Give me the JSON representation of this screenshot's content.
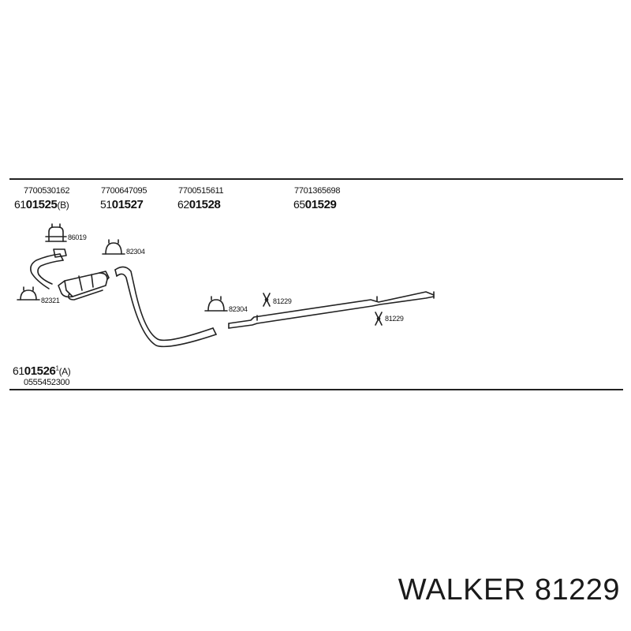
{
  "header": {
    "oe_numbers": [
      "7700530162",
      "7700647095",
      "7700515611",
      "7701365698"
    ],
    "parts": [
      {
        "prefix": "61",
        "number": "01525",
        "suffix": "(B)"
      },
      {
        "prefix": "51",
        "number": "01527",
        "suffix": ""
      },
      {
        "prefix": "62",
        "number": "01528",
        "suffix": ""
      },
      {
        "prefix": "65",
        "number": "01529",
        "suffix": ""
      }
    ]
  },
  "components": {
    "clamp_a": "86019",
    "clamp_b": "82304",
    "clamp_c": "82321",
    "clamp_d": "82304",
    "hanger_a": "81229",
    "hanger_b": "81229"
  },
  "footer": {
    "prefix": "61",
    "number": "01526",
    "superscript": "1",
    "suffix": "(A)",
    "oe_number": "0555452300"
  },
  "brand_label": "WALKER 81229"
}
